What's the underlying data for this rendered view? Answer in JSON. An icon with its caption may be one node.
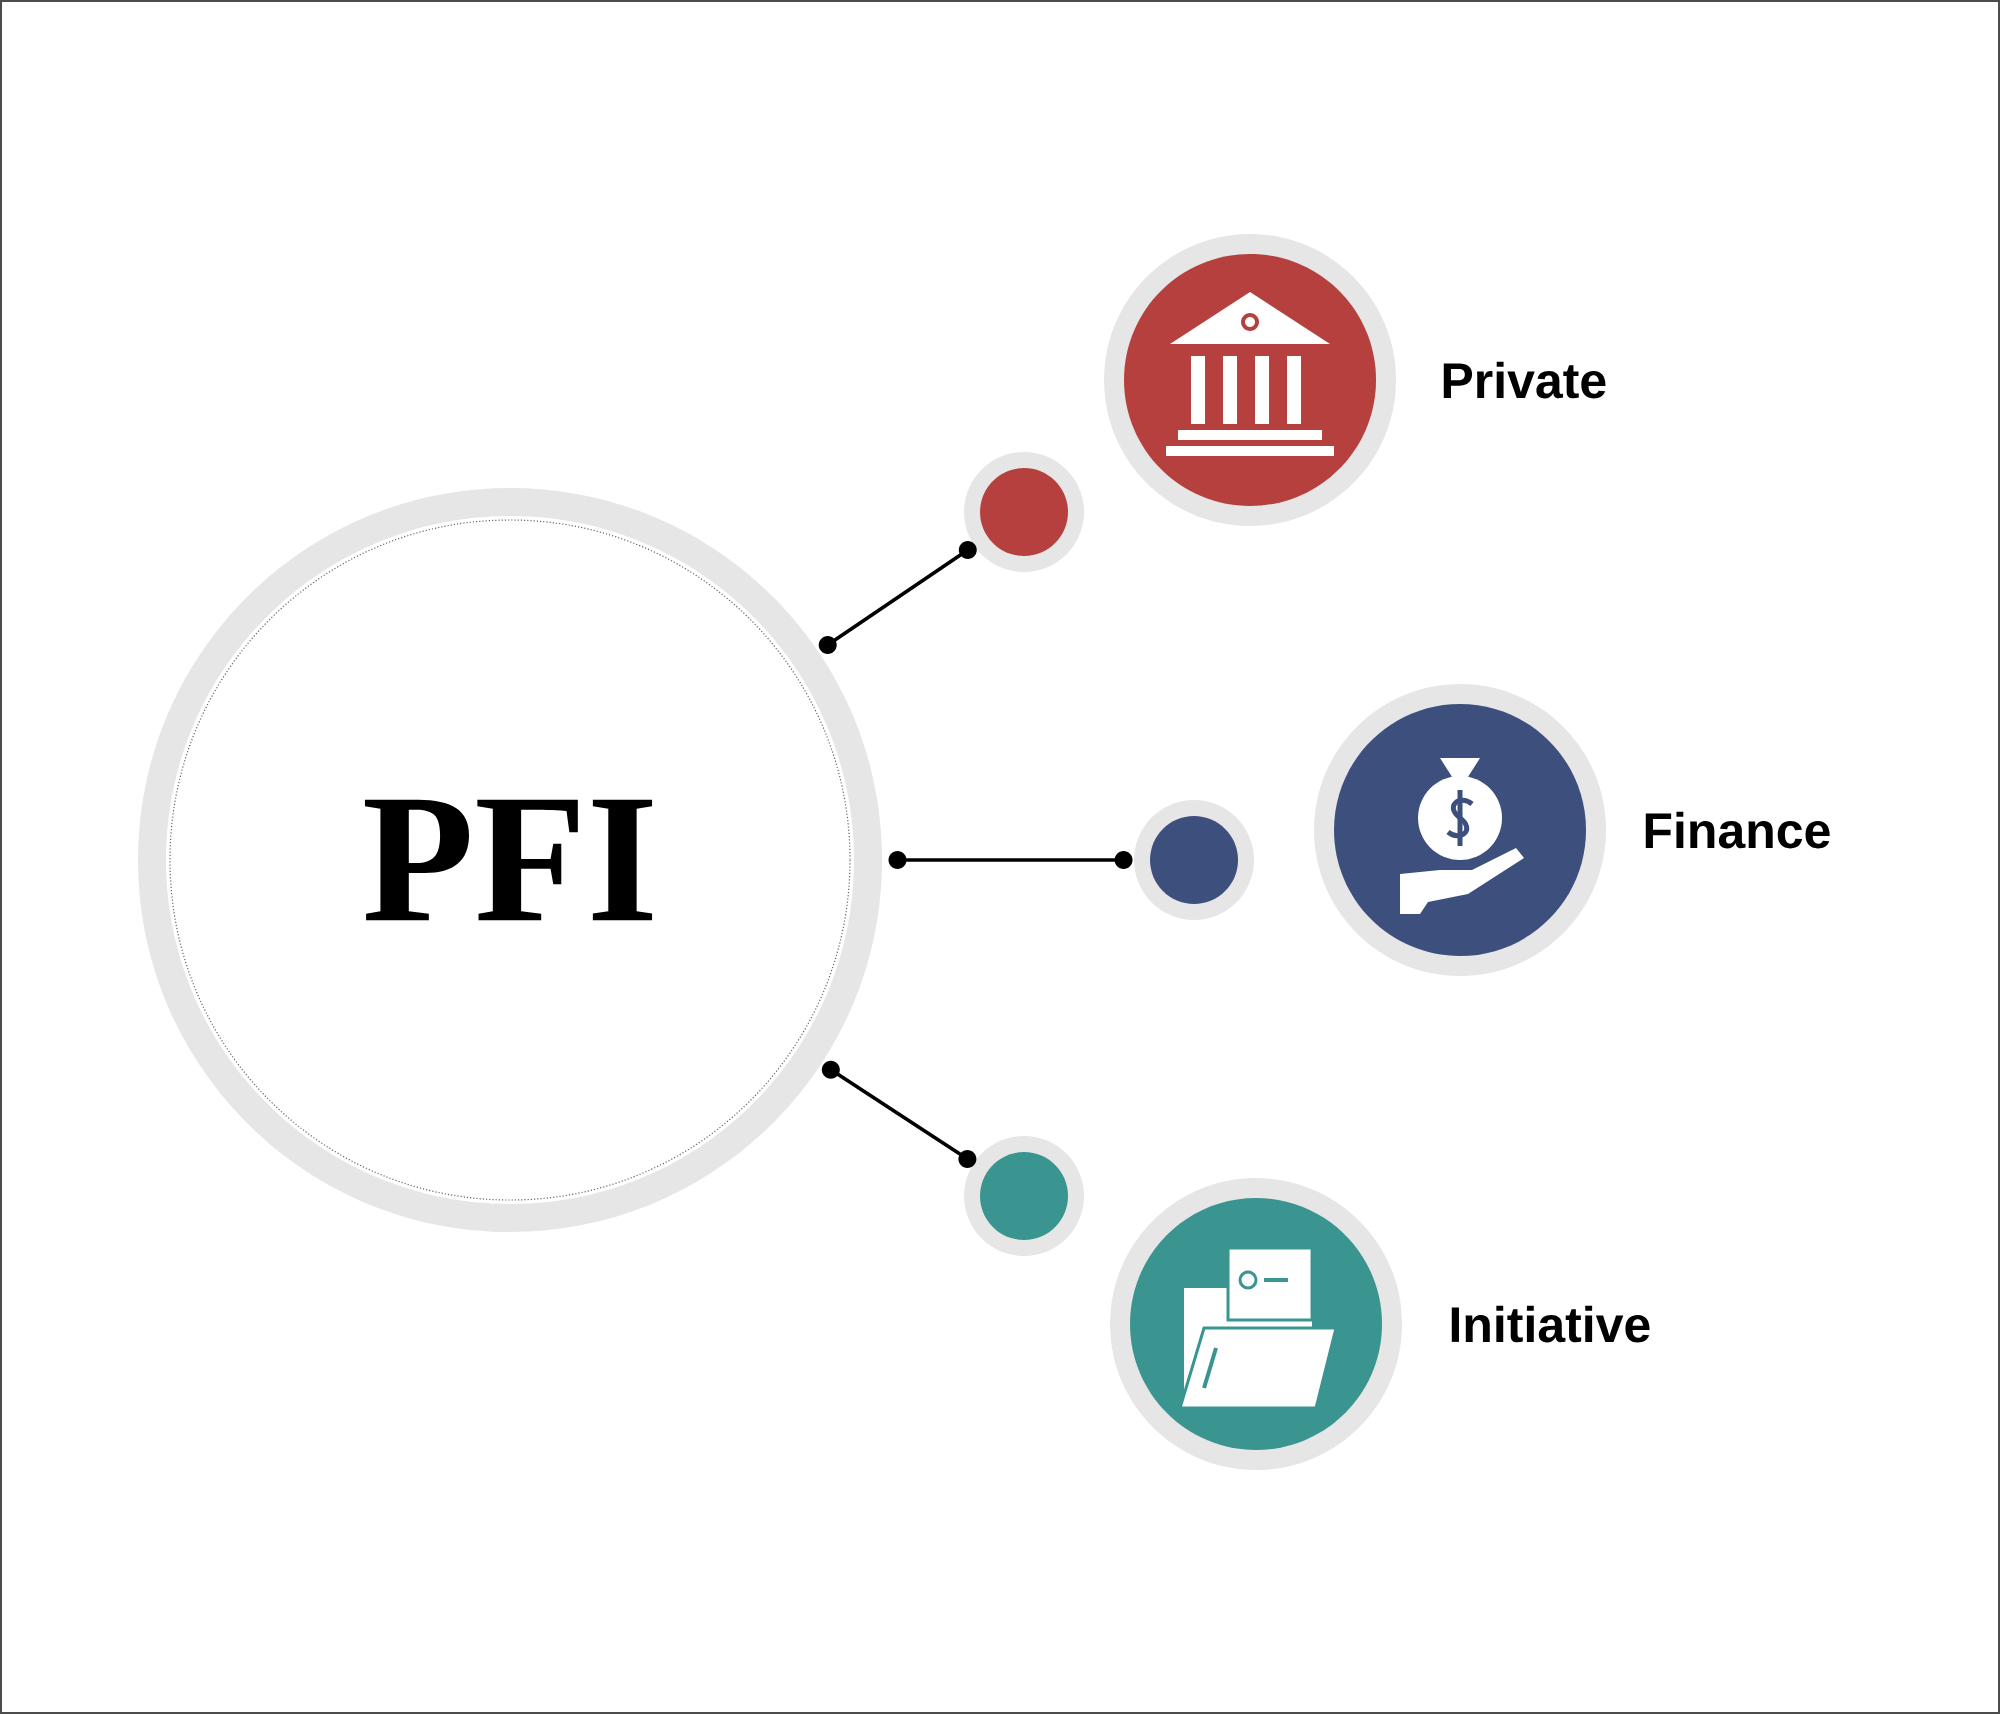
{
  "diagram": {
    "nodes": [
      {
        "text": [
          "PFI"
        ]
      },
      {
        "text": [],
        "shape": "circle"
      },
      {
        "text": [
          "Private"
        ]
      },
      {
        "text": [],
        "shape": "circle"
      },
      {
        "text": [
          "Finance"
        ]
      },
      {
        "text": [],
        "shape": "circle"
      },
      {
        "text": [
          "Initiative"
        ]
      }
    ],
    "edges": [
      {
        "from": 0,
        "to": 1,
        "arrow": "other"
      },
      {
        "from": 0,
        "to": 3,
        "arrow": "other"
      },
      {
        "from": 0,
        "to": 5,
        "arrow": "other"
      }
    ]
  }
}
